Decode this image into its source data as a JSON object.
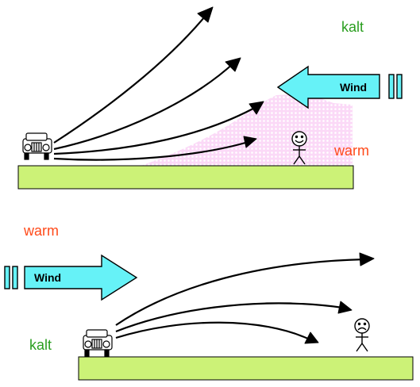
{
  "colors": {
    "cold": "#2a9e1f",
    "warm": "#ff4a1a",
    "ground": "#ccf277",
    "wind_arrow": "#66f2f7",
    "pollution": "#f7b2f2",
    "rays": "#000000"
  },
  "top_scene": {
    "cold_label": "kalt",
    "warm_label": "warm",
    "wind_label": "Wind",
    "person_mood": "smiling"
  },
  "bottom_scene": {
    "warm_label": "warm",
    "cold_label": "kalt",
    "wind_label": "Wind",
    "person_mood": "frowning"
  },
  "icons": [
    "car-icon",
    "stick-figure-icon",
    "wind-arrow-icon"
  ]
}
